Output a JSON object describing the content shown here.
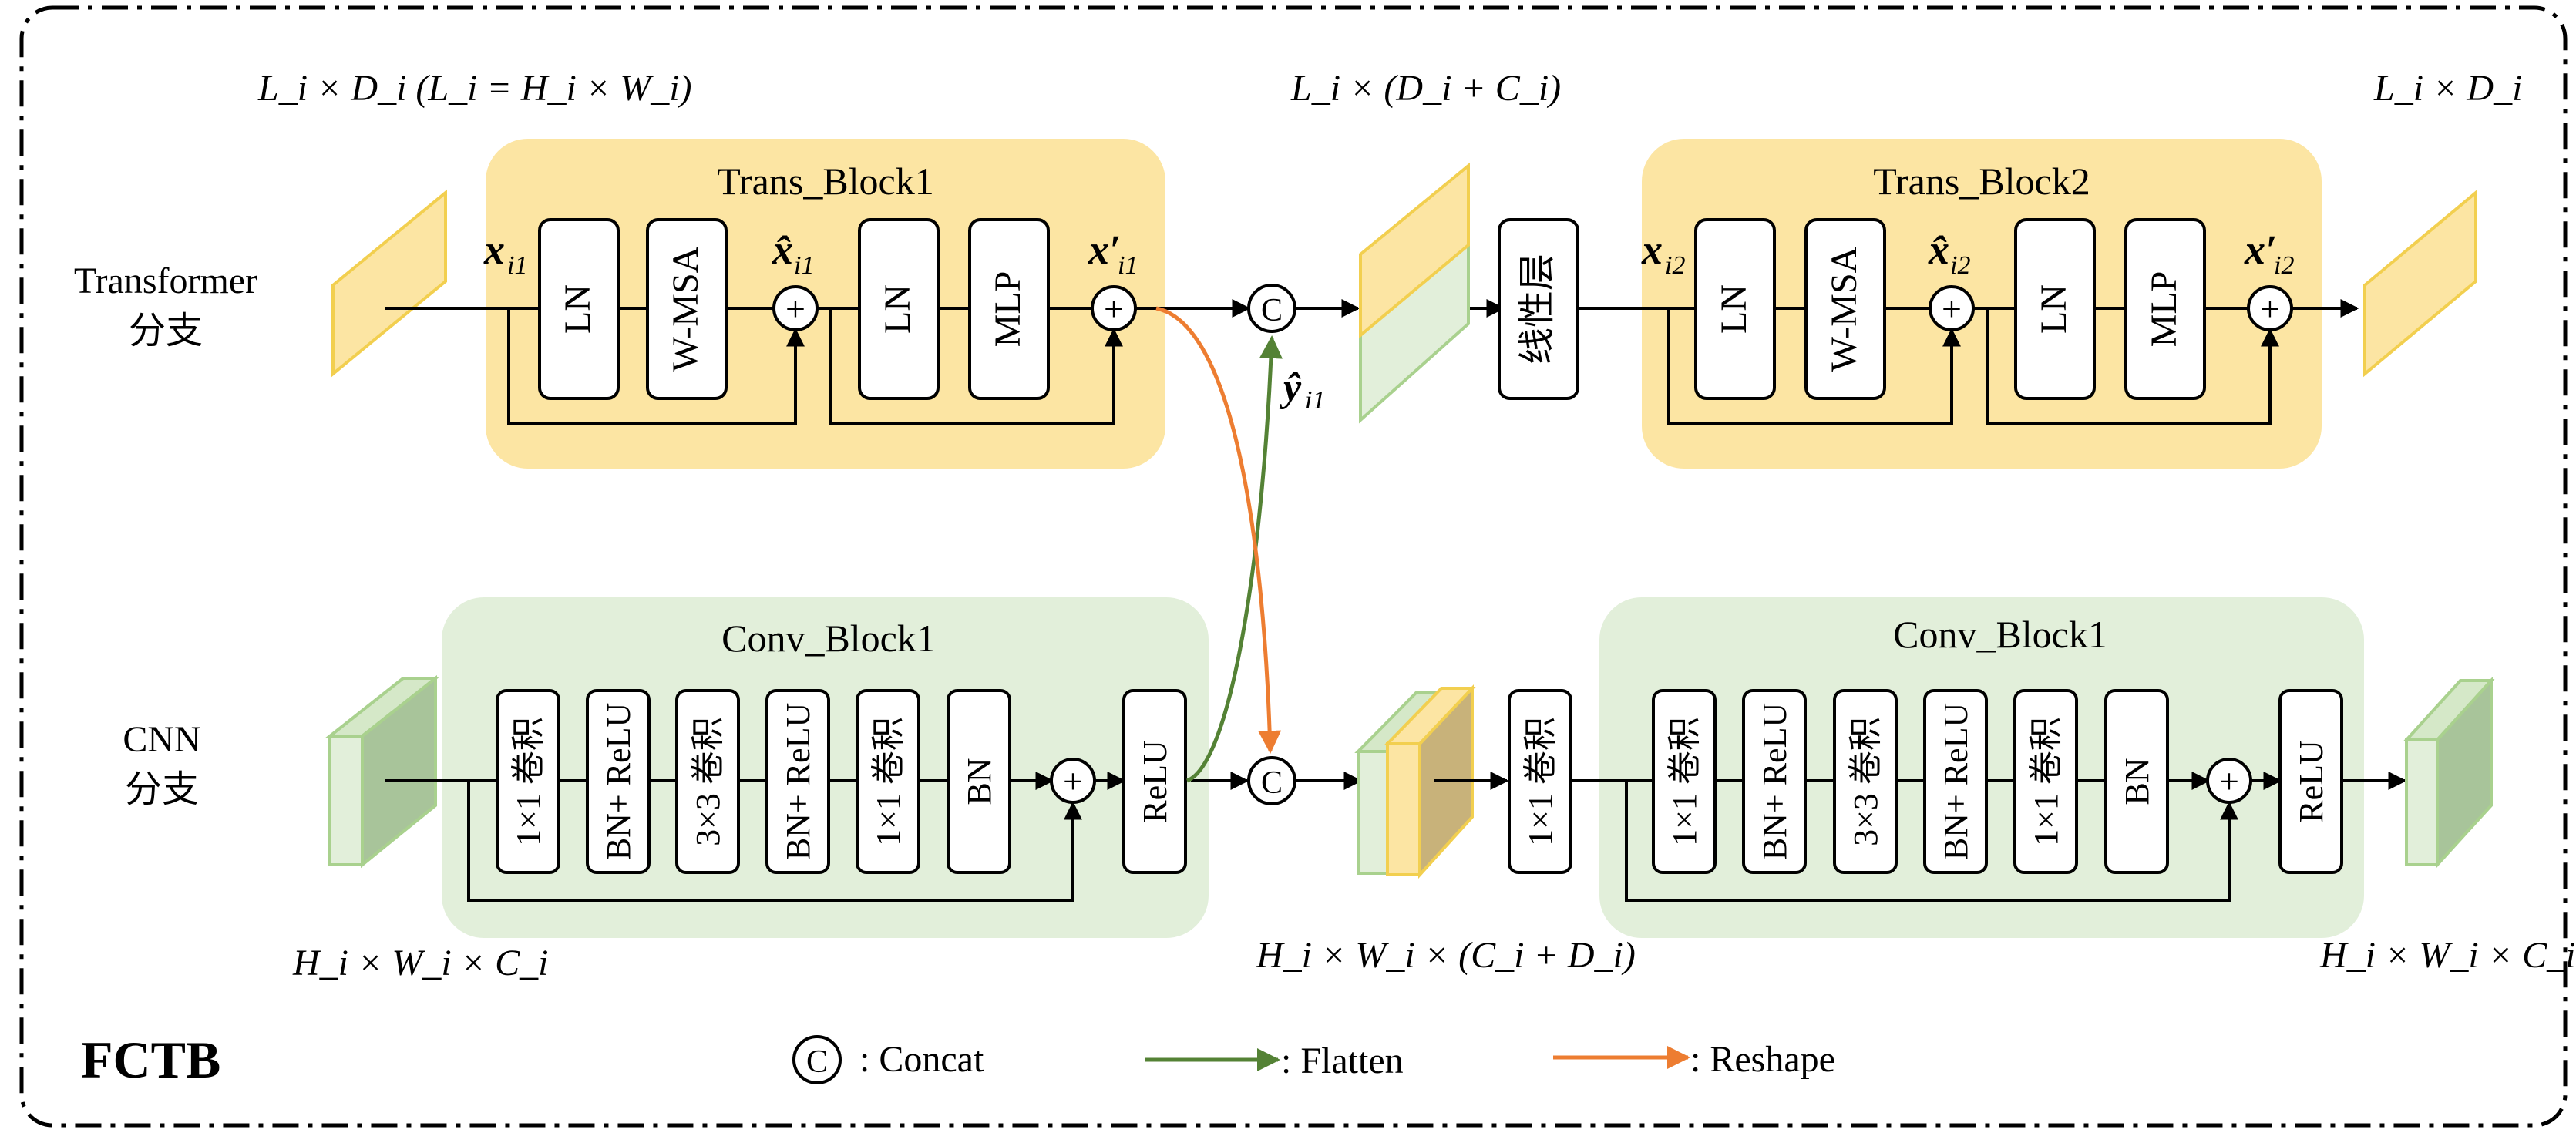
{
  "figure": {
    "label": "FCTB",
    "branches": {
      "transformer": [
        "Transformer",
        "分支"
      ],
      "cnn": [
        "CNN",
        "分支"
      ]
    },
    "dims": {
      "trans_in_a": "L",
      "trans_in_a_sub": "i",
      "trans_in_b": "D",
      "trans_in_b_sub": "i",
      "trans_in_eq": "(L",
      "trans_in_eq_rest": "= H",
      "trans_mid": "L",
      "trans_out": "L",
      "cnn_in": "H",
      "cnn_mid": "H",
      "cnn_out": "H"
    },
    "dim_strings": {
      "trans_in": "L_i × D_i (L_i = H_i × W_i)",
      "trans_mid": "L_i × (D_i + C_i)",
      "trans_out": "L_i × D_i",
      "cnn_in": "H_i × W_i × C_i",
      "cnn_mid": "H_i × W_i × (C_i + D_i)",
      "cnn_out": "H_i × W_i × C_i"
    },
    "trans_block1": {
      "title": "Trans_Block1",
      "ops": [
        "LN",
        "W-MSA",
        "LN",
        "MLP"
      ]
    },
    "trans_block2": {
      "title": "Trans_Block2",
      "ops": [
        "LN",
        "W-MSA",
        "LN",
        "MLP"
      ]
    },
    "linear_layer": "线性层",
    "conv_block1": {
      "title": "Conv_Block1",
      "ops": [
        "1×1 卷积",
        "BN+ ReLU",
        "3×3 卷积",
        "BN+ ReLU",
        "1×1 卷积",
        "BN"
      ],
      "relu": "ReLU"
    },
    "conv_block2": {
      "title": "Conv_Block1",
      "ops": [
        "1×1 卷积",
        "BN+ ReLU",
        "3×3 卷积",
        "BN+ ReLU",
        "1×1 卷积",
        "BN"
      ],
      "relu": "ReLU"
    },
    "mid_conv": "1×1 卷积",
    "concat_symbol": "C",
    "plus_symbol": "+",
    "vars": {
      "x_i1": "x",
      "x_i1_sub": "i1",
      "xhat_i1": "x̂",
      "xhat_i1_sub": "i1",
      "xprime_i1": "x′",
      "xprime_i1_sub": "i1",
      "x_i2": "x",
      "x_i2_sub": "i2",
      "xhat_i2": "x̂",
      "xhat_i2_sub": "i2",
      "xprime_i2": "x′",
      "xprime_i2_sub": "i2",
      "y_i1": "ŷ",
      "y_i1_sub": "i1"
    },
    "legend": {
      "concat": ": Concat",
      "flatten": ": Flatten",
      "reshape": ": Reshape"
    },
    "colors": {
      "yellow_fill": "#fce5a3",
      "yellow_stroke": "#f2cf4f",
      "green_fill": "#e2efda",
      "green_stroke": "#a9d18e",
      "green_dark": "#a8c49a",
      "flatten_arrow": "#548235",
      "reshape_arrow": "#ed7d31"
    }
  }
}
